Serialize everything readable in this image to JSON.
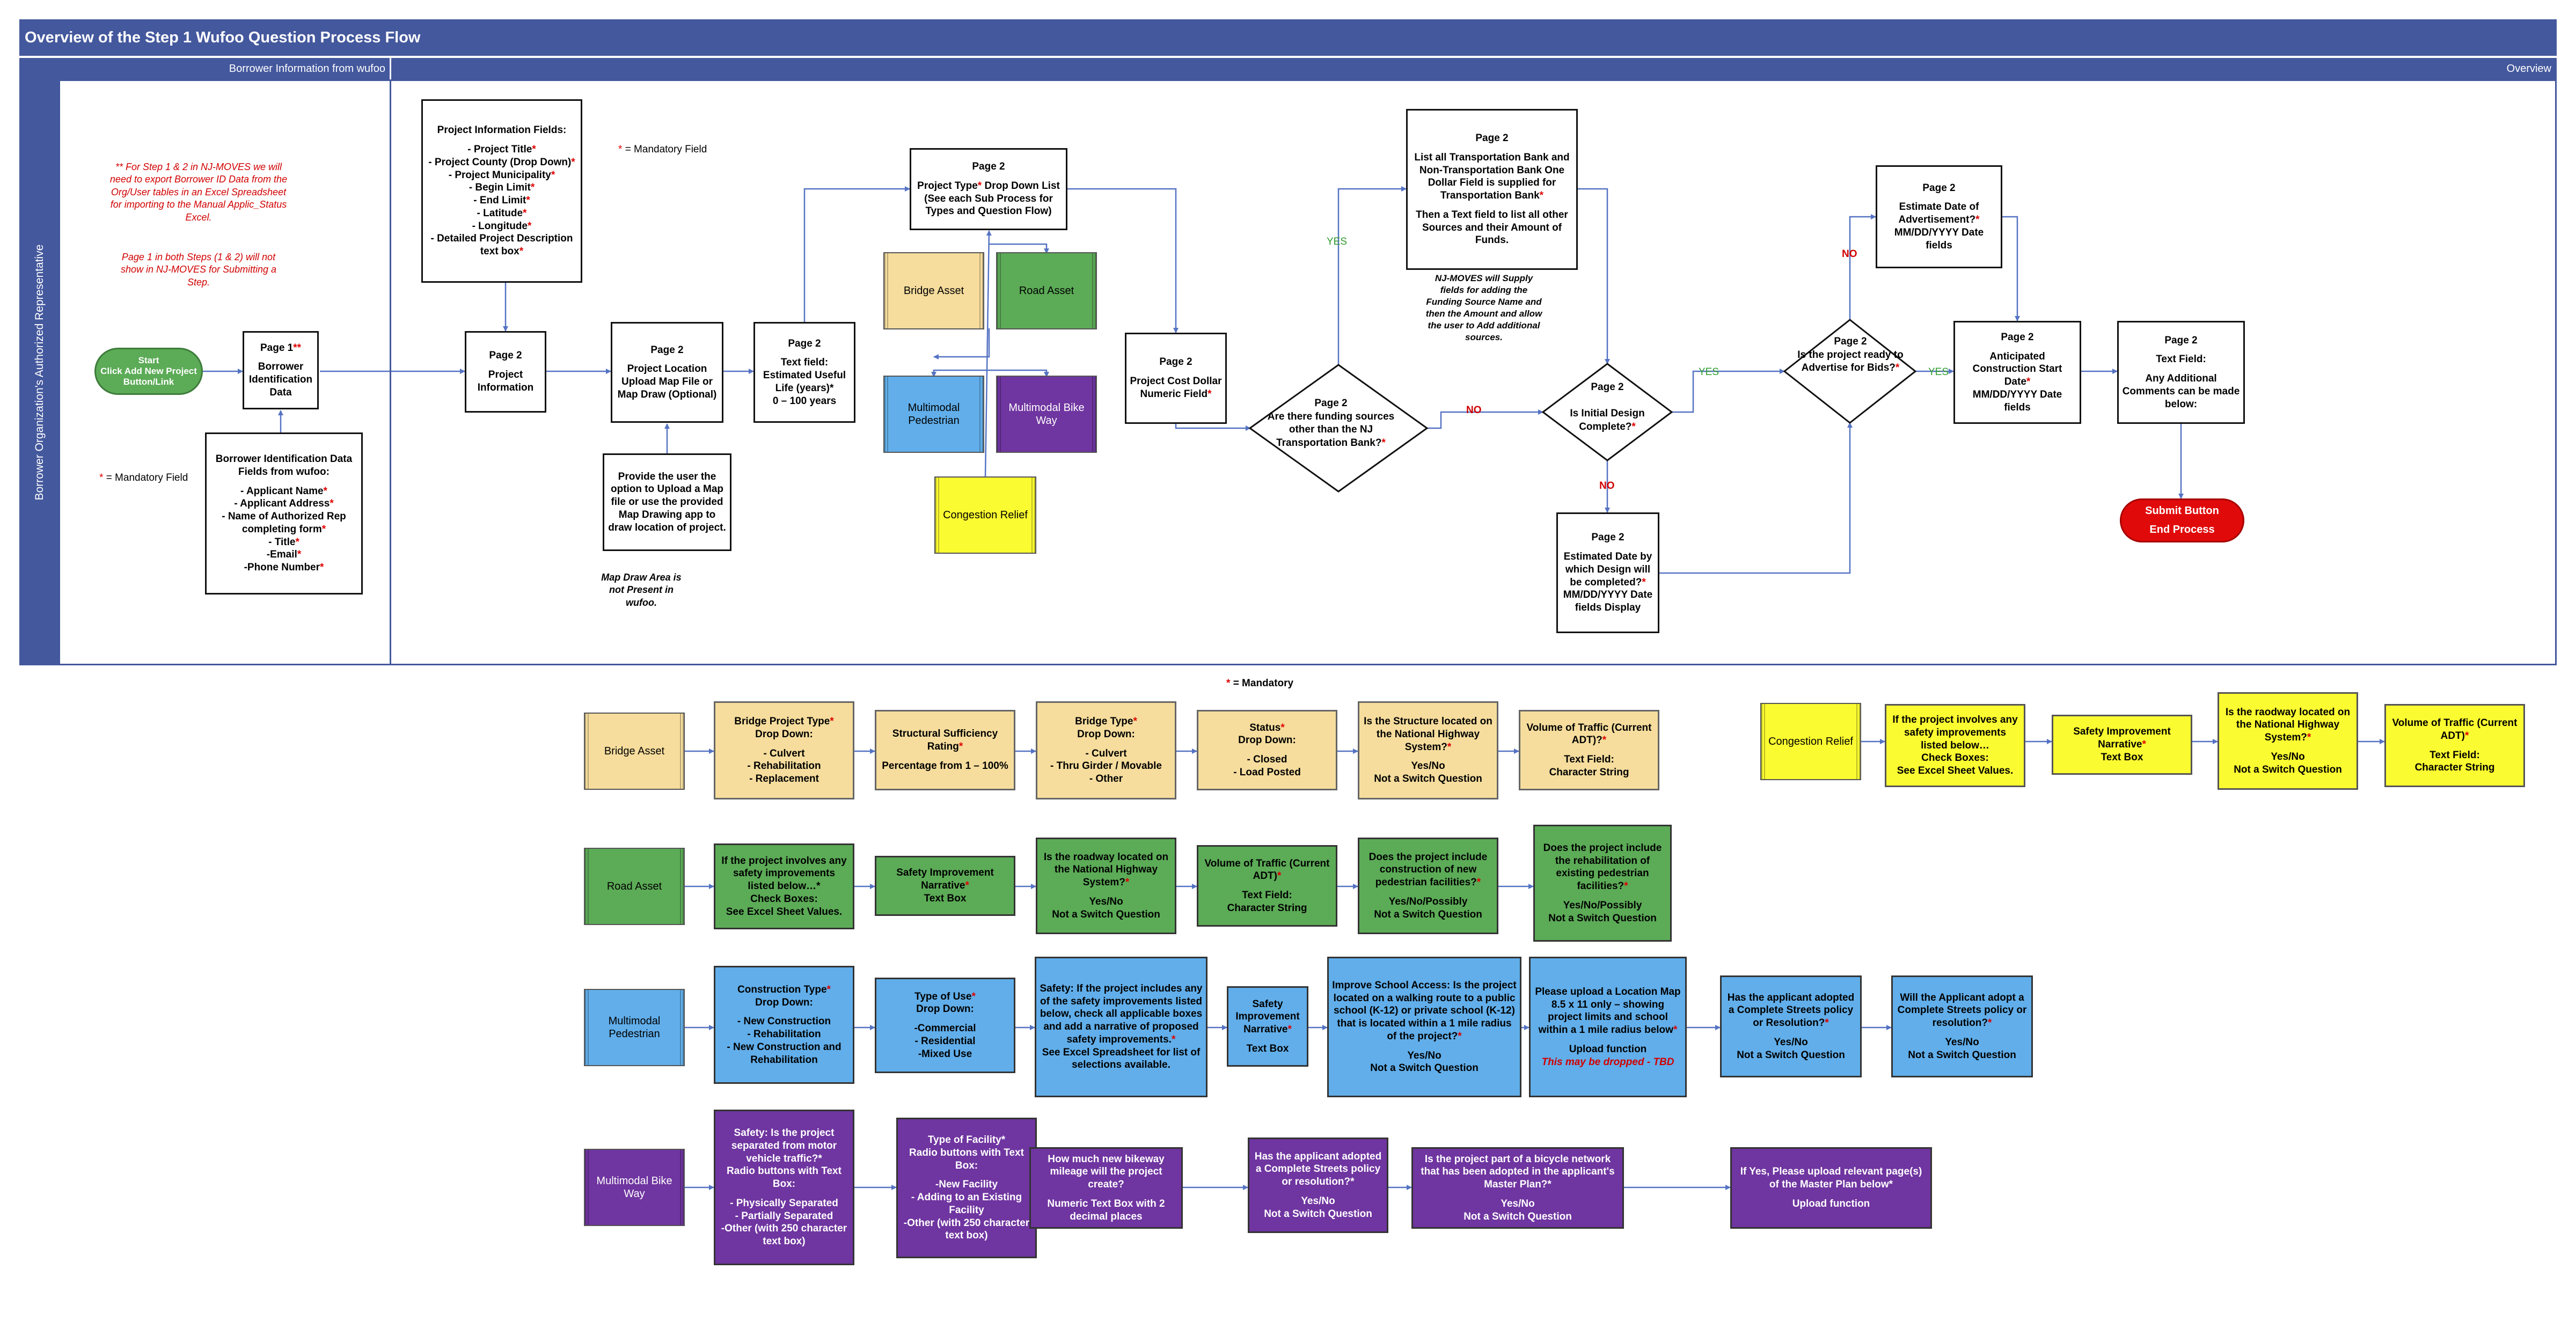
{
  "header": {
    "title": "Overview of the Step 1 Wufoo Question Process Flow",
    "subtitle": "Borrower Information from wufoo",
    "overview": "Overview",
    "lane_label": "Borrower Organization's Authorized Representative"
  },
  "colors": {
    "header": "#44589d",
    "bridge": "#f6dd9d",
    "road": "#5cab57",
    "pedestrian": "#61aeea",
    "bike": "#6f35a0",
    "congestion": "#fbfb31",
    "end": "#e10a0a",
    "connector": "#5573c3"
  },
  "notes": {
    "export_note": "** For Step 1 & 2 in NJ-MOVES we will need to export Borrower ID Data from the Org/User tables in an Excel Spreadsheet for importing to the Manual Applic_Status Excel.",
    "page1_note": "Page 1 in both Steps (1 & 2) will not show in NJ-MOVES for Submitting a Step.",
    "mandatory_left": "= Mandatory Field",
    "mandatory_top": "= Mandatory Field",
    "map_note": "Map Draw Area is not Present in wufoo.",
    "funding_note": "NJ-MOVES will Supply fields for adding the Funding Source Name and then the Amount and allow the user to Add additional sources.",
    "mandatory_center": "= Mandatory",
    "star": "*",
    "yes1": "YES",
    "no1": "NO",
    "yes2": "YES",
    "no2": "NO",
    "yes3": "YES",
    "no3": "NO"
  },
  "start": {
    "l1": "Start",
    "l2": "Click Add New Project",
    "l3": "Button/Link"
  },
  "end": {
    "l1": "Submit Button",
    "l2": "End Process"
  },
  "page1": {
    "l1": "Page 1",
    "l2": "Borrower Identification Data"
  },
  "borrower_fields": {
    "title": "Borrower Identification Data Fields from wufoo:",
    "items": [
      "- Applicant Name",
      "- Applicant Address",
      "- Name of Authorized Rep completing form",
      "- Title",
      "-Email",
      "-Phone Number"
    ]
  },
  "project_info_fields": {
    "title": "Project Information Fields:",
    "items": [
      "- Project Title",
      "- Project County (Drop Down)",
      "- Project Municipality",
      "- Begin Limit",
      "- End Limit",
      "- Latitude",
      "- Longitude",
      "- Detailed Project Description text box"
    ]
  },
  "p2_info": {
    "l1": "Page 2",
    "l2": "Project Information"
  },
  "p2_location": {
    "l1": "Page 2",
    "l2": "Project Location Upload Map File or Map Draw (Optional)"
  },
  "map_provide": "Provide the user the option to Upload a Map file or use the provided Map Drawing app to draw location of project.",
  "p2_life": {
    "l1": "Page 2",
    "l2": "Text field: Estimated Useful Life (years)",
    "l3": "0 – 100 years"
  },
  "p2_type": {
    "l1": "Page 2",
    "l2": "Project Type",
    "l3": "Drop Down List (See each Sub Process for Types and Question Flow)"
  },
  "p2_cost": {
    "l1": "Page 2",
    "l2": "Project Cost Dollar Numeric Field"
  },
  "d_funding": {
    "l1": "Page 2",
    "l2": "Are there funding sources other than the NJ Transportation Bank?"
  },
  "p2_banks": {
    "l1": "Page 2",
    "l2": "List all Transportation Bank and Non-Transportation Bank One Dollar Field is supplied for Transportation Bank",
    "l3": "Then a Text field to list all other Sources and their Amount of Funds."
  },
  "d_design": {
    "l1": "Page 2",
    "l2": "Is Initial Design Complete?"
  },
  "p2_design_date": {
    "l1": "Page 2",
    "l2": "Estimated Date by which Design will be completed?",
    "l3": "MM/DD/YYYY Date fields Display"
  },
  "d_advertise": {
    "l1": "Page 2",
    "l2": "Is the project ready to Advertise for Bids?"
  },
  "p2_adv_date": {
    "l1": "Page 2",
    "l2": "Estimate Date of Advertisement?",
    "l3": "MM/DD/YYYY Date fields"
  },
  "p2_construction": {
    "l1": "Page 2",
    "l2": "Anticipated Construction Start Date",
    "l3": "MM/DD/YYYY Date fields"
  },
  "p2_comments": {
    "l1": "Page 2",
    "l2": "Text Field:",
    "l3": "Any Additional Comments can be made below:"
  },
  "types": {
    "bridge": "Bridge Asset",
    "road": "Road Asset",
    "ped": "Multimodal Pedestrian",
    "bike": "Multimodal Bike Way",
    "cong": "Congestion Relief"
  },
  "bridge_row": {
    "icon": "Bridge Asset",
    "b1": {
      "l1": "Bridge Project Type",
      "l2": "Drop Down:",
      "l3": "- Culvert",
      "l4": "- Rehabilitation",
      "l5": "- Replacement"
    },
    "b2": {
      "l1": "Structural Sufficiency Rating",
      "l2": "Percentage from 1 – 100%"
    },
    "b3": {
      "l1": "Bridge Type",
      "l2": "Drop Down:",
      "l3": "- Culvert",
      "l4": "- Thru Girder / Movable",
      "l5": "- Other"
    },
    "b4": {
      "l1": "Status",
      "l2": "Drop Down:",
      "l3": "- Closed",
      "l4": "- Load Posted"
    },
    "b5": {
      "l1": "Is the Structure located on the National Highway System?",
      "l2": "Yes/No",
      "l3": "Not a Switch Question"
    },
    "b6": {
      "l1": "Volume of Traffic (Current ADT)?",
      "l2": "Text Field:",
      "l3": "Character String"
    }
  },
  "road_row": {
    "icon": "Road Asset",
    "b1": {
      "l1": "If the project involves any safety improvements listed below…",
      "l2": "Check Boxes:",
      "l3": "See Excel Sheet Values."
    },
    "b2": {
      "l1": "Safety Improvement Narrative",
      "l2": "Text Box"
    },
    "b3": {
      "l1": "Is the roadway located on the National Highway System?",
      "l2": "Yes/No",
      "l3": "Not a Switch Question"
    },
    "b4": {
      "l1": "Volume of Traffic (Current ADT)",
      "l2": "Text Field:",
      "l3": "Character String"
    },
    "b5": {
      "l1": "Does the project include construction of new pedestrian facilities?",
      "l2": "Yes/No/Possibly",
      "l3": "Not a Switch Question"
    },
    "b6": {
      "l1": "Does the project include the rehabilitation of existing pedestrian facilities?",
      "l2": "Yes/No/Possibly",
      "l3": "Not a Switch Question"
    }
  },
  "ped_row": {
    "icon": "Multimodal Pedestrian",
    "b1": {
      "l1": "Construction Type",
      "l2": "Drop Down:",
      "l3": "- New Construction",
      "l4": "- Rehabilitation",
      "l5": "- New Construction and Rehabilitation"
    },
    "b2": {
      "l1": "Type of Use",
      "l2": "Drop Down:",
      "l3": "-Commercial",
      "l4": "- Residential",
      "l5": "-Mixed Use"
    },
    "b3": {
      "l1": "Safety: If the project includes any of the safety improvements listed below, check all applicable boxes and add a narrative of proposed safety improvements.",
      "l2": "See Excel Spreadsheet for list of selections available."
    },
    "b4": {
      "l1": "Safety Improvement Narrative",
      "l2": "Text Box"
    },
    "b5": {
      "l1": "Improve School Access: Is the project located on a walking route to a public school (K-12) or private school (K-12) that is located within a 1 mile radius of the project?",
      "l2": "Yes/No",
      "l3": "Not a Switch Question"
    },
    "b6": {
      "l1": "Please upload a Location Map 8.5 x 11 only – showing project limits and school within a 1 mile radius below",
      "l2": "Upload function",
      "l3": "This may be dropped - TBD"
    },
    "b7": {
      "l1": "Has the applicant adopted a Complete Streets policy or Resolution?",
      "l2": "Yes/No",
      "l3": "Not a Switch Question"
    },
    "b8": {
      "l1": "Will the Applicant adopt a Complete Streets policy or resolution?",
      "l2": "Yes/No",
      "l3": "Not a Switch Question"
    }
  },
  "bike_row": {
    "icon": "Multimodal Bike Way",
    "b1": {
      "l1": "Safety: Is the project separated from motor vehicle traffic?",
      "l2": "Radio buttons with Text Box:",
      "l3": "- Physically Separated",
      "l4": "- Partially Separated",
      "l5": "-Other (with 250 character text box)"
    },
    "b2": {
      "l1": "Type of Facility",
      "l2": "Radio buttons with Text Box:",
      "l3": "-New Facility",
      "l4": "- Adding to an Existing Facility",
      "l5": "-Other (with 250 character text box)"
    },
    "b3": {
      "l1": "How much new bikeway mileage will the project create?",
      "l2": "Numeric Text Box with 2 decimal places"
    },
    "b4": {
      "l1": "Has the applicant adopted a Complete Streets policy or resolution?",
      "l2": "Yes/No",
      "l3": "Not a Switch Question"
    },
    "b5": {
      "l1": "Is the project part of a bicycle network that has been adopted in the applicant's Master Plan?",
      "l2": "Yes/No",
      "l3": "Not a Switch Question"
    },
    "b6": {
      "l1": "If Yes, Please upload relevant page(s) of the Master Plan below",
      "l2": "Upload function"
    }
  },
  "cong_row": {
    "icon": "Congestion Relief",
    "b1": {
      "l1": "If the project involves any safety improvements listed below…",
      "l2": "Check Boxes:",
      "l3": "See Excel Sheet Values."
    },
    "b2": {
      "l1": "Safety Improvement Narrative",
      "l2": "Text Box"
    },
    "b3": {
      "l1": "Is the raodway located on the National Highway System?",
      "l2": "Yes/No",
      "l3": "Not a Switch Question"
    },
    "b4": {
      "l1": "Volume of Traffic (Current ADT)",
      "l2": "Text Field:",
      "l3": "Character String"
    }
  }
}
